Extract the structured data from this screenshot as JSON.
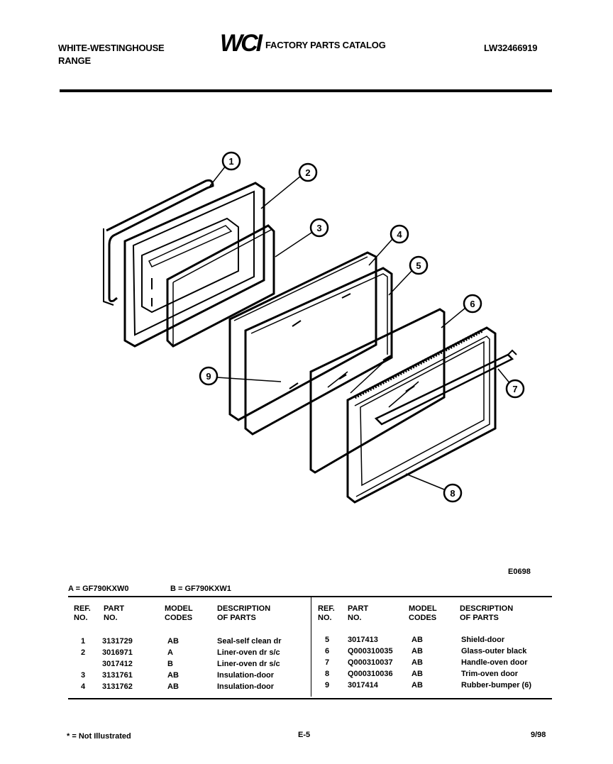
{
  "header": {
    "brand_line1": "WHITE-WESTINGHOUSE",
    "brand_line2": "RANGE",
    "logo_text": "WCI",
    "catalog_title": "FACTORY PARTS CATALOG",
    "doc_number": "LW32466919"
  },
  "diagram": {
    "code": "E0698",
    "callouts": [
      "1",
      "2",
      "3",
      "4",
      "5",
      "6",
      "7",
      "8",
      "9"
    ]
  },
  "models": {
    "a": "A = GF790KXW0",
    "b": "B = GF790KXW1"
  },
  "table": {
    "headers": {
      "ref_l1": "REF.",
      "ref_l2": "NO.",
      "part_l1": "PART",
      "part_l2": "NO.",
      "model_l1": "MODEL",
      "model_l2": "CODES",
      "desc_l1": "DESCRIPTION",
      "desc_l2": "OF PARTS"
    },
    "left_rows": [
      {
        "ref": "1",
        "part": "3131729",
        "codes": "AB",
        "desc": "Seal-self clean dr"
      },
      {
        "ref": "2",
        "part": "3016971",
        "codes": "A",
        "desc": "Liner-oven dr s/c"
      },
      {
        "ref": "",
        "part": "3017412",
        "codes": "B",
        "desc": "Liner-oven dr s/c"
      },
      {
        "ref": "3",
        "part": "3131761",
        "codes": "AB",
        "desc": "Insulation-door"
      },
      {
        "ref": "4",
        "part": "3131762",
        "codes": "AB",
        "desc": "Insulation-door"
      }
    ],
    "right_rows": [
      {
        "ref": "5",
        "part": "3017413",
        "codes": "AB",
        "desc": "Shield-door"
      },
      {
        "ref": "6",
        "part": "Q000310035",
        "codes": "AB",
        "desc": "Glass-outer black"
      },
      {
        "ref": "7",
        "part": "Q000310037",
        "codes": "AB",
        "desc": "Handle-oven door"
      },
      {
        "ref": "8",
        "part": "Q000310036",
        "codes": "AB",
        "desc": "Trim-oven door"
      },
      {
        "ref": "9",
        "part": "3017414",
        "codes": "AB",
        "desc": "Rubber-bumper (6)"
      }
    ]
  },
  "footer": {
    "note": "* = Not Illustrated",
    "page": "E-5",
    "date": "9/98"
  }
}
